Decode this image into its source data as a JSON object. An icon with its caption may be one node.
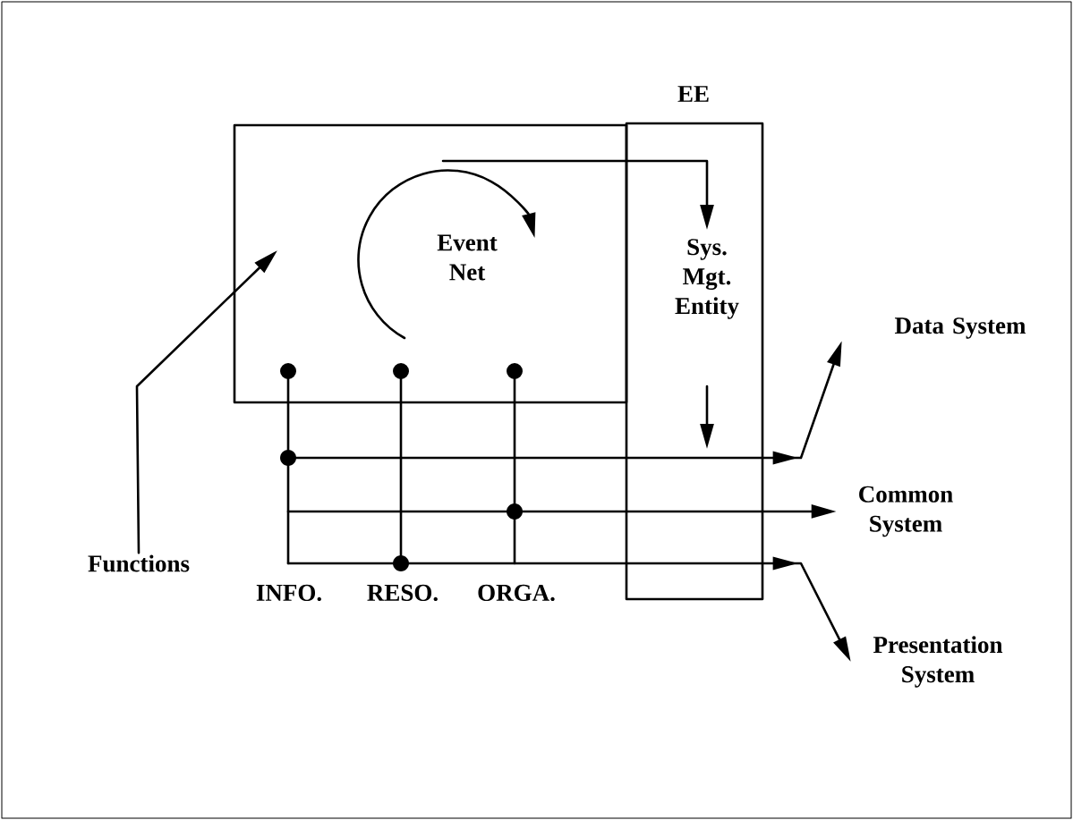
{
  "diagram": {
    "nodes": [
      {
        "text": [
          "Event Net"
        ]
      },
      {
        "text": [
          "EE",
          "Sys. Mgt. Entity"
        ]
      },
      {
        "text": [
          "Data System"
        ]
      },
      {
        "text": [
          "Common System"
        ]
      },
      {
        "text": [
          "Presentation System"
        ]
      },
      {
        "text": [
          "Functions"
        ]
      }
    ],
    "edges": [
      {
        "from": 5,
        "to": 0,
        "arrow": "to"
      },
      {
        "from": 0,
        "to": 1,
        "arrow": "to"
      },
      {
        "from": null,
        "to": 2,
        "arrow": "to"
      },
      {
        "from": null,
        "to": 3,
        "arrow": "to"
      },
      {
        "from": null,
        "to": 4,
        "arrow": "to"
      },
      {
        "from": null,
        "to": 0,
        "arrow": "other"
      },
      {
        "from": null,
        "to": 0,
        "arrow": "other"
      },
      {
        "from": null,
        "to": 0,
        "arrow": "other"
      }
    ],
    "labels": [
      "INFO.",
      "RESO.",
      "ORGA."
    ]
  }
}
